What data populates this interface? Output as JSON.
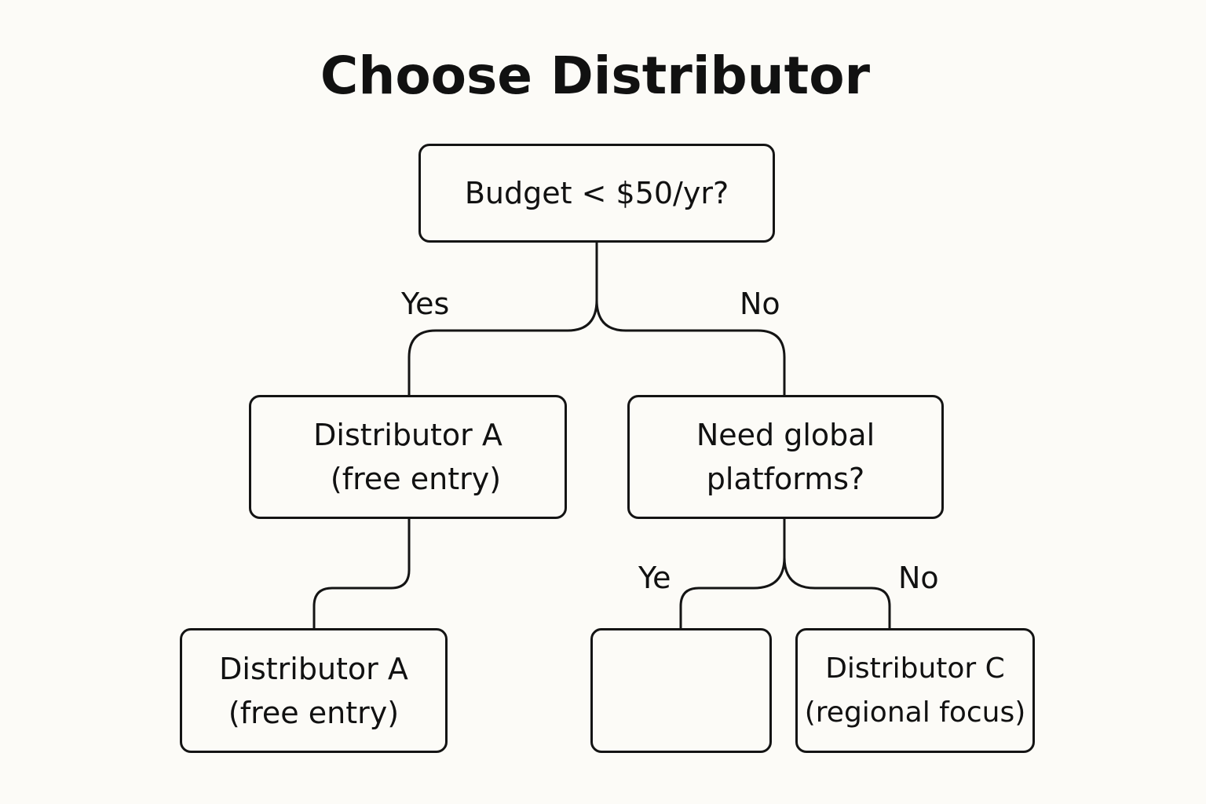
{
  "title": "Choose Distributor",
  "colors": {
    "background": "#fcfbf7",
    "stroke": "#141414",
    "text": "#111111"
  },
  "nodes": {
    "root": {
      "line1": "Budget < $50/yr?"
    },
    "left": {
      "line1": "Distributor A",
      "line2": "(free entry)"
    },
    "right": {
      "line1": "Need global",
      "line2": "platforms?"
    },
    "bottom_left": {
      "line1": "Distributor A",
      "line2": "(free entry)"
    },
    "bottom_middle": {
      "line1": "",
      "line2": ""
    },
    "bottom_right": {
      "line1": "Distributor C",
      "line2": "(regional focus)"
    }
  },
  "edges": {
    "root_yes": "Yes",
    "root_no": "No",
    "right_yes": "Ye",
    "right_no": "No"
  }
}
